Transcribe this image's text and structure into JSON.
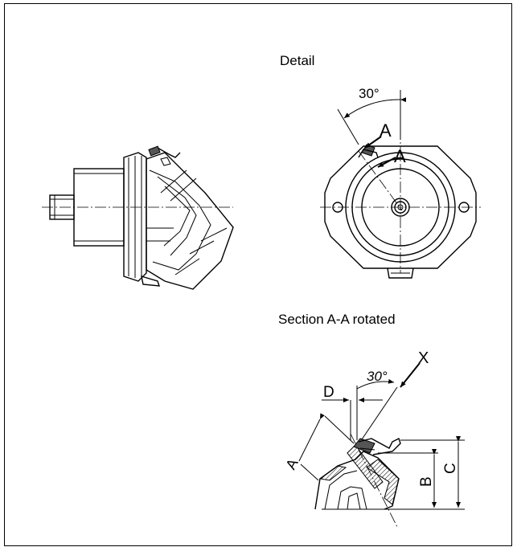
{
  "labels": {
    "detail_title": "Detail",
    "section_title": "Section A-A rotated",
    "detail_angle": "30°",
    "section_mark_a1": "A",
    "section_mark_a2": "A",
    "section_angle": "30°",
    "dim_x": "X",
    "dim_d": "D",
    "dim_a": "A",
    "dim_b": "B",
    "dim_c": "C"
  }
}
